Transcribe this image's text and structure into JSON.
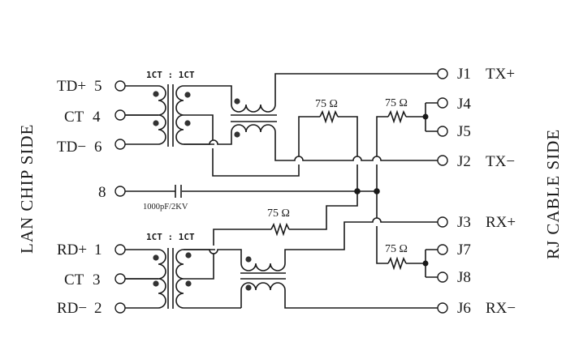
{
  "diagram": {
    "left_side_label": "LAN CHIP SIDE",
    "right_side_label": "RJ CABLE SIDE",
    "chip_pins": [
      {
        "name": "TD+",
        "num": "5"
      },
      {
        "name": "CT",
        "num": "4"
      },
      {
        "name": "TD−",
        "num": "6"
      },
      {
        "name": "",
        "num": "8"
      },
      {
        "name": "RD+",
        "num": "1"
      },
      {
        "name": "CT",
        "num": "3"
      },
      {
        "name": "RD−",
        "num": "2"
      }
    ],
    "cable_pins": [
      {
        "id": "J1",
        "signal": "TX+"
      },
      {
        "id": "J4",
        "signal": ""
      },
      {
        "id": "J5",
        "signal": ""
      },
      {
        "id": "J2",
        "signal": "TX−"
      },
      {
        "id": "J3",
        "signal": "RX+"
      },
      {
        "id": "J7",
        "signal": ""
      },
      {
        "id": "J8",
        "signal": ""
      },
      {
        "id": "J6",
        "signal": "RX−"
      }
    ],
    "transformer_ratio_tx": "1CT : 1CT",
    "transformer_ratio_rx": "1CT : 1CT",
    "resistors": [
      "75 Ω",
      "75 Ω",
      "75 Ω",
      "75 Ω"
    ],
    "capacitor": "1000pF/2KV"
  }
}
